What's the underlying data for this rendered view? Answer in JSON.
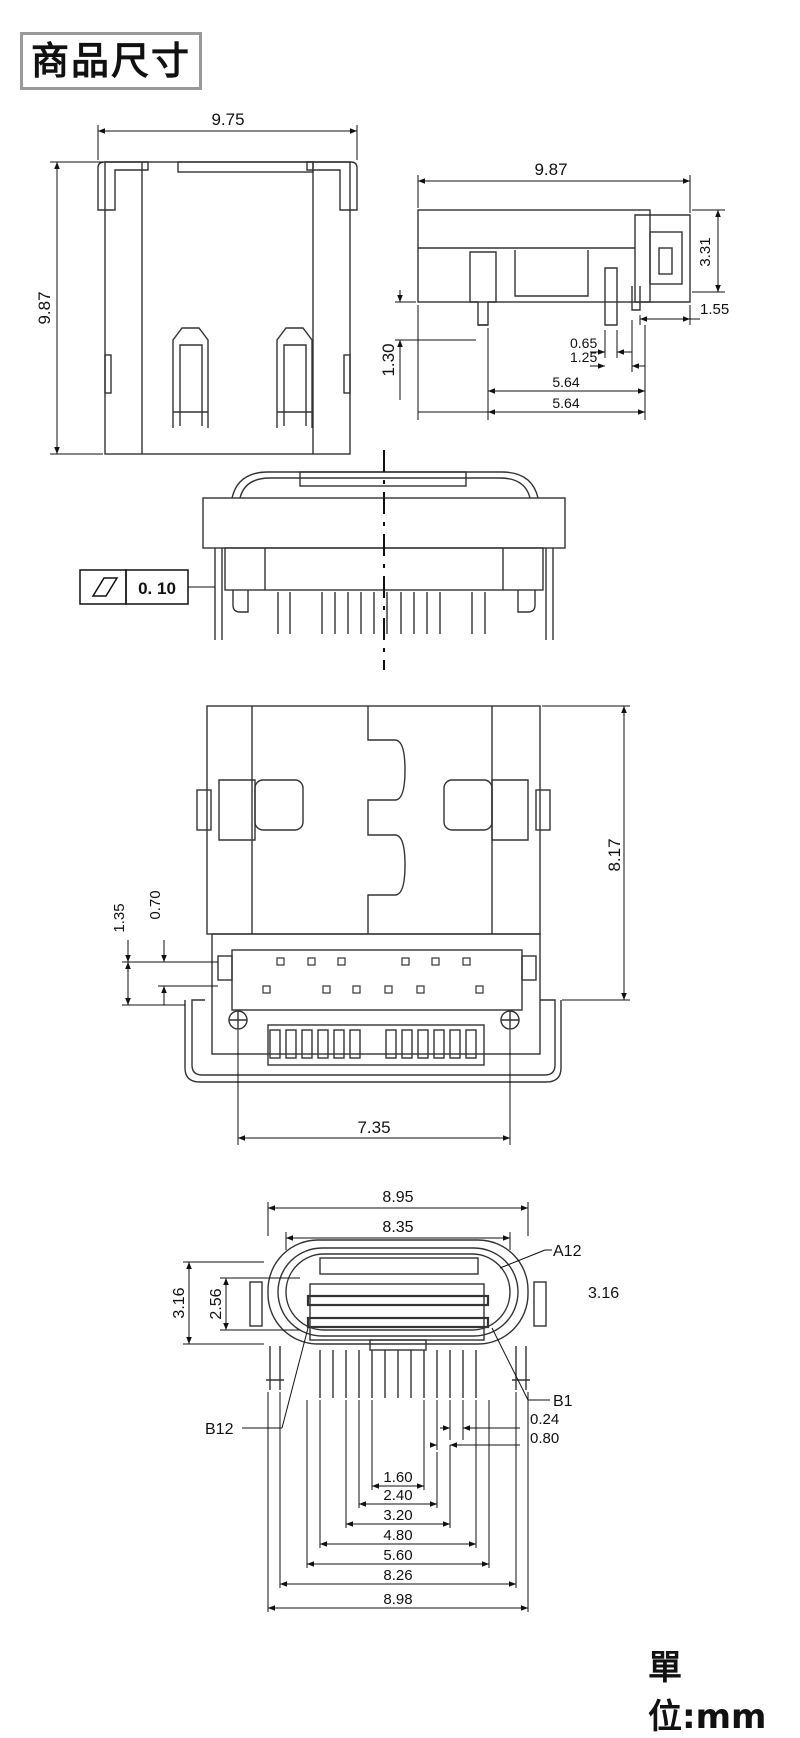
{
  "title": "商品尺寸",
  "unit_label": "單位:mm",
  "top_view": {
    "width": "9.75",
    "height": "9.87"
  },
  "side_view": {
    "length": "9.87",
    "height": "3.31",
    "tail": "1.55",
    "standoff": "1.30",
    "pin_w": "0.65",
    "pin_pitch": "1.25",
    "span_a": "5.64",
    "span_b": "5.64"
  },
  "front_view": {
    "flatness_value": "0. 10"
  },
  "bottom_view": {
    "height": "8.17",
    "dim_a": "1.35",
    "dim_b": "0.70",
    "width": "7.35"
  },
  "end_view": {
    "outer_w": "8.95",
    "inner_w": "8.35",
    "label_a12": "A12",
    "right_h": "3.16",
    "left_h": "3.16",
    "inner_h": "2.56",
    "label_b1": "B1",
    "label_b12": "B12",
    "pin_w": "0.24",
    "pitch": "0.80",
    "d160": "1.60",
    "d240": "2.40",
    "d320": "3.20",
    "d480": "4.80",
    "d560": "5.60",
    "d826": "8.26",
    "d898": "8.98"
  }
}
